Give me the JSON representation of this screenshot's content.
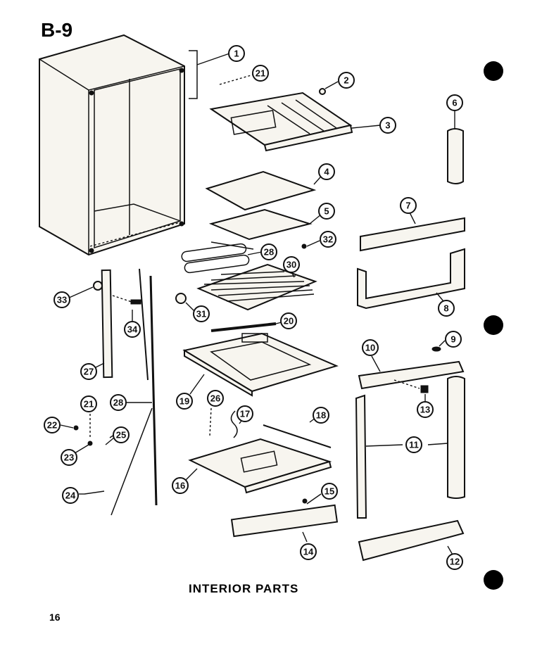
{
  "page_code": "B-9",
  "caption": "INTERIOR PARTS",
  "page_number": "16",
  "callouts": [
    {
      "id": "c1",
      "text": "1"
    },
    {
      "id": "c2",
      "text": "2"
    },
    {
      "id": "c3",
      "text": "3"
    },
    {
      "id": "c4",
      "text": "4"
    },
    {
      "id": "c5",
      "text": "5"
    },
    {
      "id": "c6",
      "text": "6"
    },
    {
      "id": "c7",
      "text": "7"
    },
    {
      "id": "c8",
      "text": "8"
    },
    {
      "id": "c9",
      "text": "9"
    },
    {
      "id": "c10",
      "text": "10"
    },
    {
      "id": "c11",
      "text": "11"
    },
    {
      "id": "c12",
      "text": "12"
    },
    {
      "id": "c13",
      "text": "13"
    },
    {
      "id": "c14",
      "text": "14"
    },
    {
      "id": "c15",
      "text": "15"
    },
    {
      "id": "c16",
      "text": "16"
    },
    {
      "id": "c17",
      "text": "17"
    },
    {
      "id": "c18",
      "text": "18"
    },
    {
      "id": "c19",
      "text": "19"
    },
    {
      "id": "c20",
      "text": "20"
    },
    {
      "id": "c21a",
      "text": "21"
    },
    {
      "id": "c21b",
      "text": "21"
    },
    {
      "id": "c22",
      "text": "22"
    },
    {
      "id": "c23",
      "text": "23"
    },
    {
      "id": "c24",
      "text": "24"
    },
    {
      "id": "c25",
      "text": "25"
    },
    {
      "id": "c26",
      "text": "26"
    },
    {
      "id": "c27",
      "text": "27"
    },
    {
      "id": "c28a",
      "text": "28"
    },
    {
      "id": "c28b",
      "text": "28"
    },
    {
      "id": "c30",
      "text": "30"
    },
    {
      "id": "c31",
      "text": "31"
    },
    {
      "id": "c32",
      "text": "32"
    },
    {
      "id": "c33",
      "text": "33"
    },
    {
      "id": "c34",
      "text": "34"
    }
  ]
}
